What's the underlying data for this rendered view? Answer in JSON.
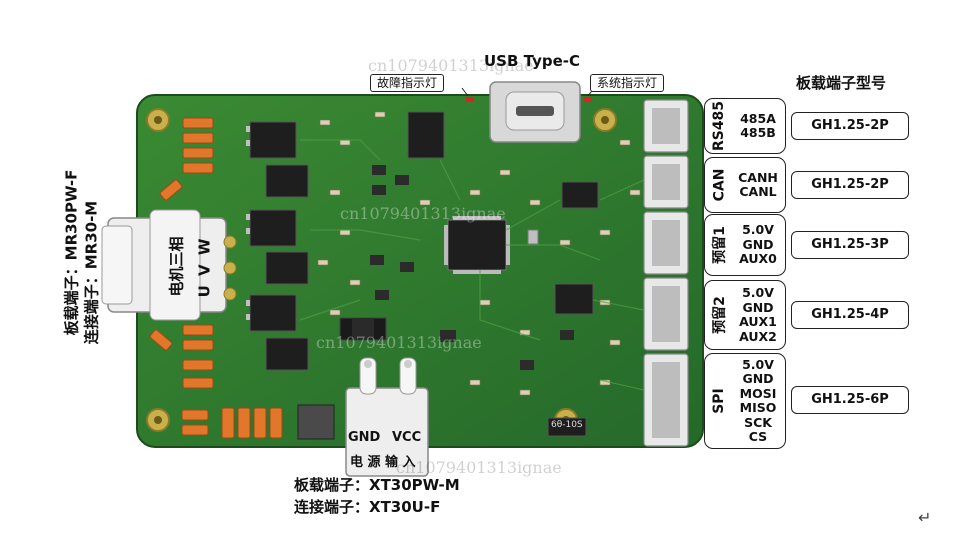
{
  "usb": {
    "title": "USB Type-C"
  },
  "indicators": {
    "fault": "故障指示灯",
    "system": "系统指示灯"
  },
  "board_type_label": "板载端子型号",
  "connectors": [
    {
      "name": "RS485",
      "pins": [
        "485A",
        "485B"
      ],
      "type": "GH1.25-2P"
    },
    {
      "name": "CAN",
      "pins": [
        "CANH",
        "CANL"
      ],
      "type": "GH1.25-2P"
    },
    {
      "name": "预留1",
      "pins": [
        "5.0V",
        "GND",
        "AUX0"
      ],
      "type": "GH1.25-3P"
    },
    {
      "name": "预留2",
      "pins": [
        "5.0V",
        "GND",
        "AUX1",
        "AUX2"
      ],
      "type": "GH1.25-4P"
    },
    {
      "name": "SPI",
      "pins": [
        "5.0V",
        "GND",
        "MOSI",
        "MISO",
        "SCK",
        "CS"
      ],
      "type": "GH1.25-6P"
    }
  ],
  "motor": {
    "onboard": "板载端子：MR30PW-F",
    "connect": "连接端子：MR30-M",
    "label": "电机三相",
    "phases": "U V W"
  },
  "power": {
    "gnd": "GND",
    "vcc": "VCC",
    "label": "电 源 输 入",
    "onboard": "板载端子：XT30PW-M",
    "connect": "连接端子：XT30U-F"
  },
  "chip_marking": "6θ-10S",
  "watermark": "cn1079401313ignae",
  "colors": {
    "pcb": "#2f7d2b",
    "pcb_dark": "#1f5e1f",
    "cap_orange": "#e2762a",
    "ic_black": "#1e1e1e"
  }
}
